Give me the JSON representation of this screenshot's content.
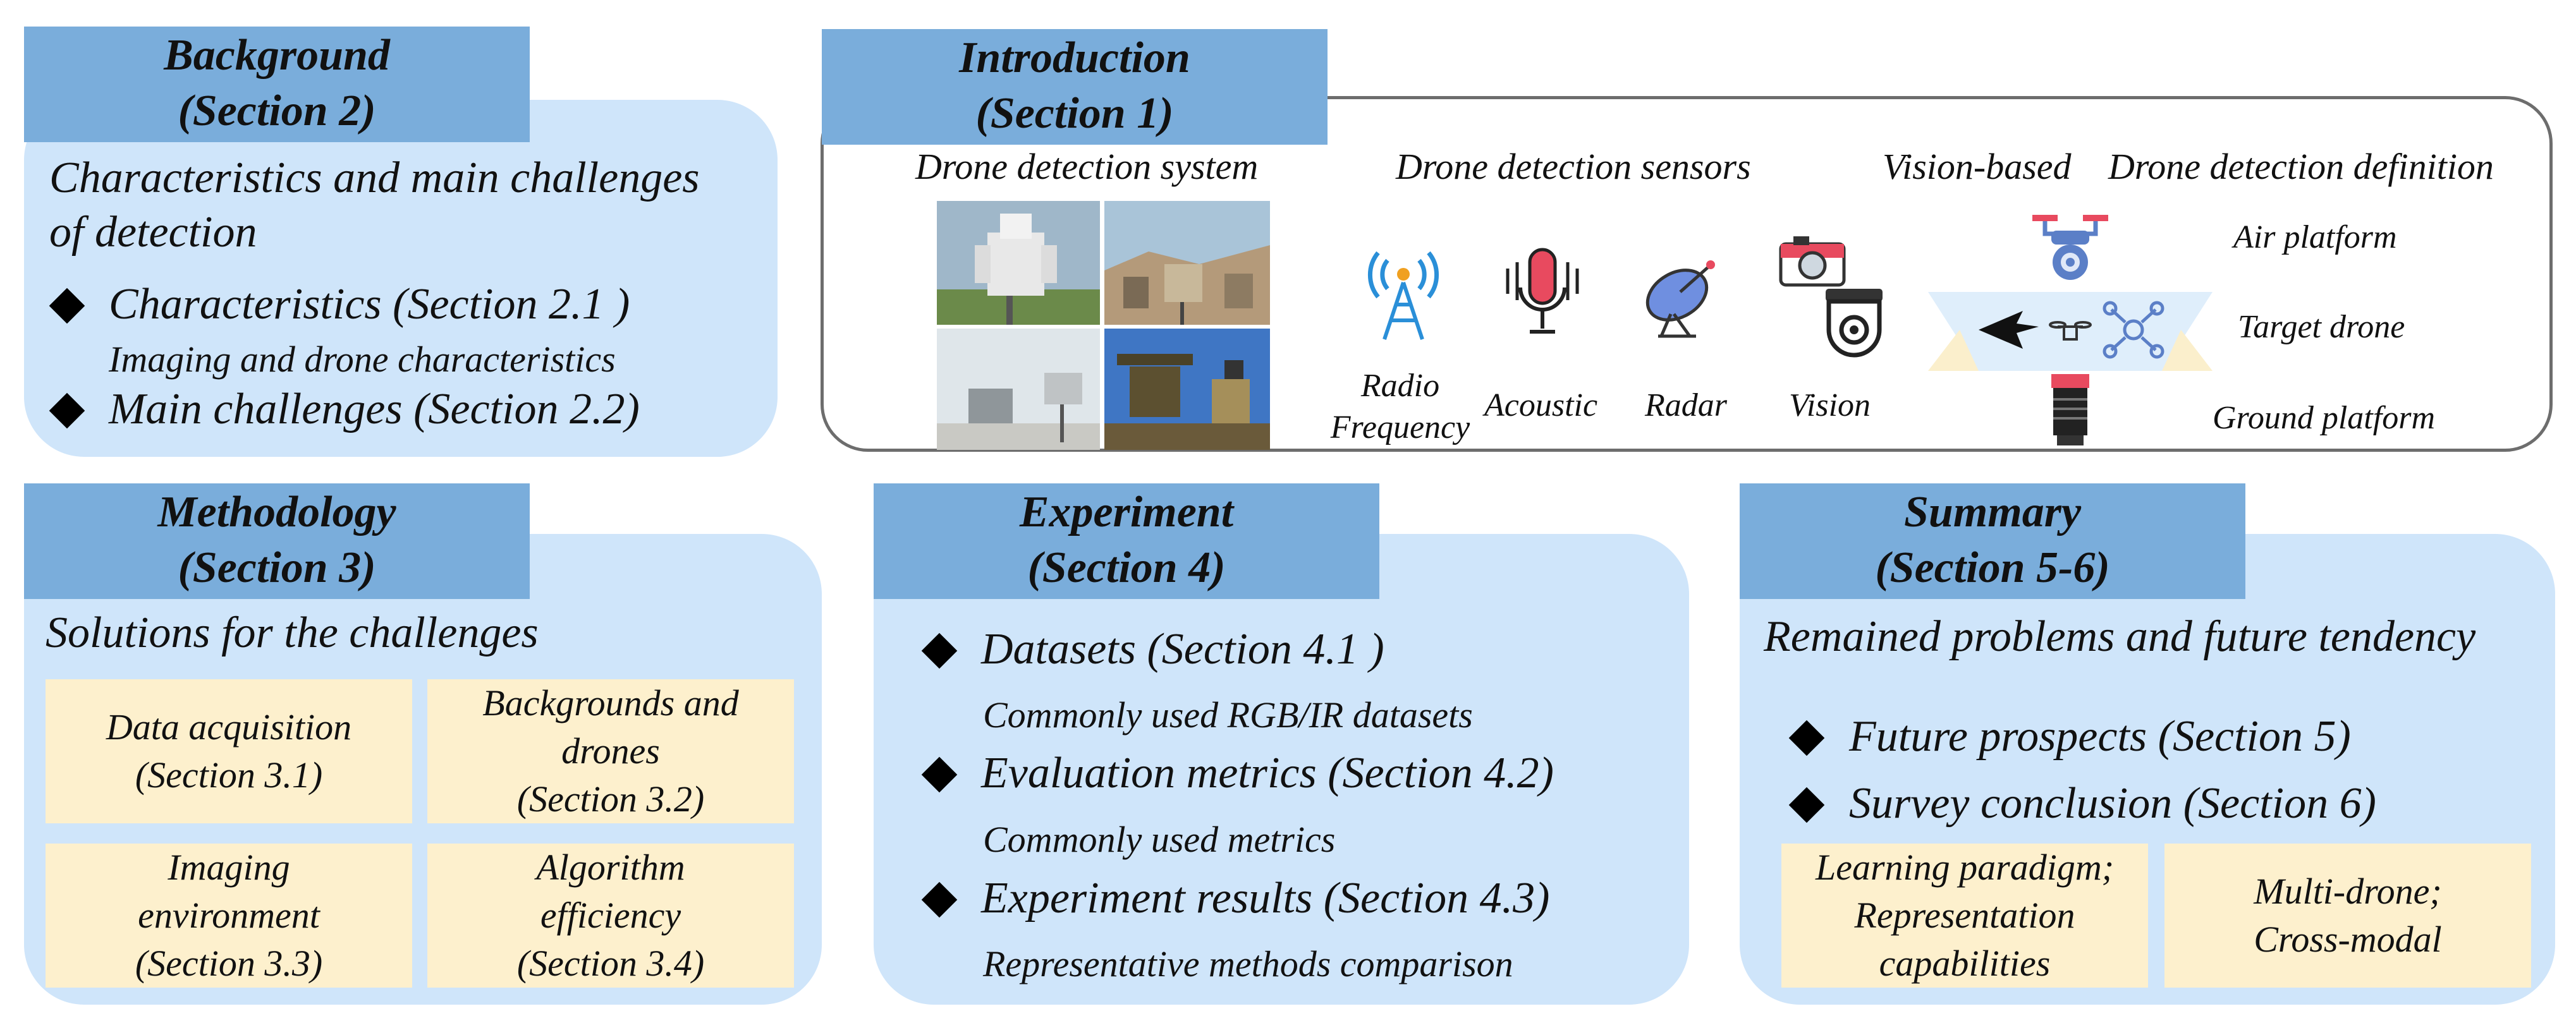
{
  "background": {
    "tab_title": "Background",
    "tab_section": "(Section 2)",
    "heading_line1": "Characteristics and main challenges",
    "heading_line2": "of detection",
    "item1": "Characteristics (Section 2.1 )",
    "item1_sub": "Imaging and drone characteristics",
    "item2": "Main challenges (Section 2.2)"
  },
  "introduction": {
    "tab_title": "Introduction",
    "tab_section": "(Section 1)",
    "system_label": "Drone detection system",
    "sensors_label": "Drone detection sensors",
    "vision_based_label": "Vision-based",
    "definition_label": "Drone detection definition",
    "sensors": [
      {
        "label": "Radio\nFrequency",
        "icon": "radio-tower-icon"
      },
      {
        "label": "Acoustic",
        "icon": "microphone-icon"
      },
      {
        "label": "Radar",
        "icon": "radar-dish-icon"
      },
      {
        "label": "Vision",
        "icon": "camera-icon"
      }
    ],
    "platforms": [
      "Air platform",
      "Target drone",
      "Ground platform"
    ]
  },
  "methodology": {
    "tab_title": "Methodology",
    "tab_section": "(Section 3)",
    "heading": "Solutions for the challenges",
    "boxes": [
      {
        "line1": "Data acquisition",
        "line2": "(Section 3.1)",
        "line3": ""
      },
      {
        "line1": "Backgrounds and",
        "line2": "drones",
        "line3": "(Section 3.2)"
      },
      {
        "line1": "Imaging",
        "line2": "environment",
        "line3": "(Section 3.3)"
      },
      {
        "line1": "Algorithm",
        "line2": "efficiency",
        "line3": "(Section 3.4)"
      }
    ]
  },
  "experiment": {
    "tab_title": "Experiment",
    "tab_section": "(Section 4)",
    "item1": "Datasets (Section 4.1 )",
    "item1_sub": "Commonly used RGB/IR datasets",
    "item2": "Evaluation metrics (Section 4.2)",
    "item2_sub": "Commonly used metrics",
    "item3": "Experiment results (Section 4.3)",
    "item3_sub": "Representative methods comparison"
  },
  "summary": {
    "tab_title": "Summary",
    "tab_section": "(Section 5-6)",
    "heading": "Remained problems and future tendency",
    "item1": "Future prospects (Section 5)",
    "item2": "Survey conclusion (Section 6)",
    "box1": {
      "line1": "Learning paradigm;",
      "line2": "Representation",
      "line3": "capabilities"
    },
    "box2": {
      "line1": "Multi-drone;",
      "line2": "Cross-modal"
    }
  },
  "colors": {
    "panel": "#cfe5fa",
    "tab": "#7aaddb",
    "yellow_box": "#fdf0cd"
  }
}
